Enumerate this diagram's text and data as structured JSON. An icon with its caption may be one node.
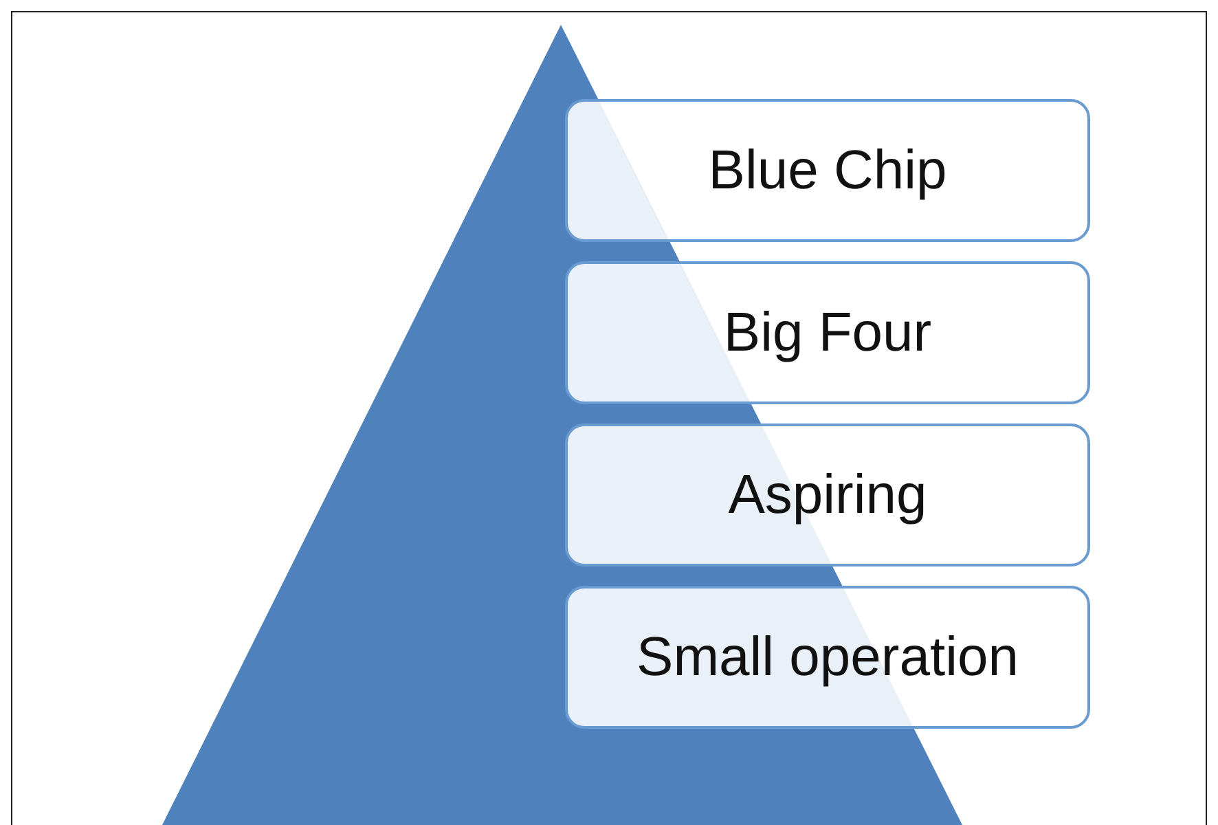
{
  "diagram": {
    "nodes": [
      {
        "text": [
          "Blue Chip"
        ]
      },
      {
        "text": [
          "Big Four"
        ]
      },
      {
        "text": [
          "Aspiring"
        ]
      },
      {
        "text": [
          "Small operation"
        ]
      }
    ]
  }
}
